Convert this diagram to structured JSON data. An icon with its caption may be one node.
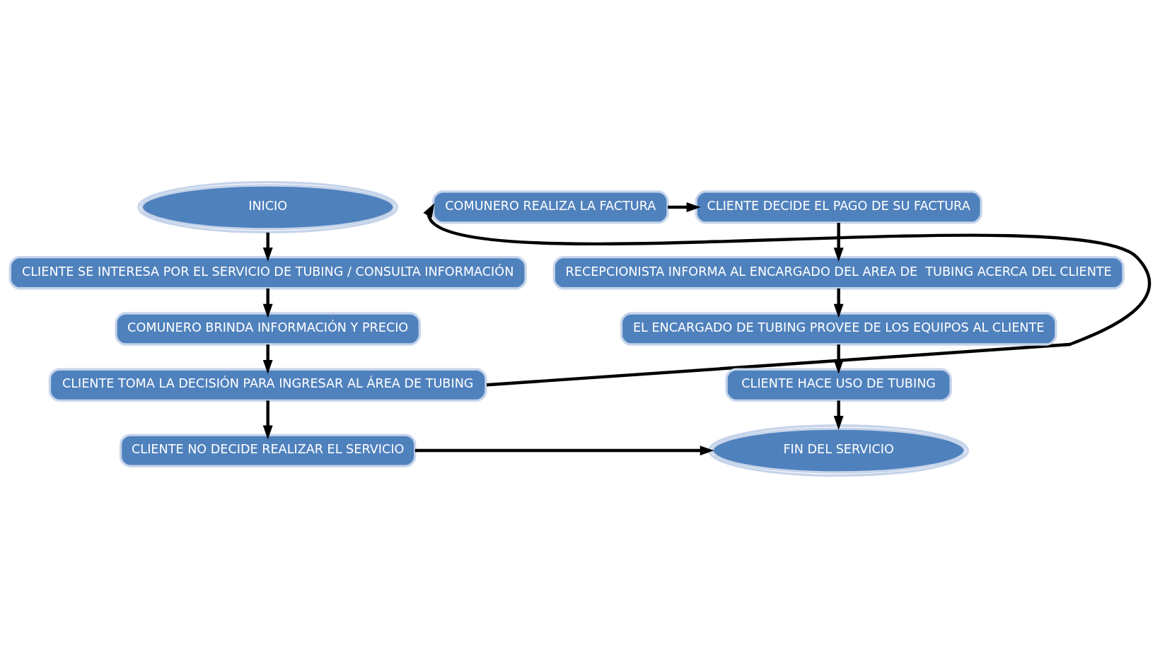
{
  "diagram": {
    "nodes": [
      {
        "text": [
          "INICIO"
        ]
      },
      {
        "text": [
          "CLIENTE SE INTERESA POR EL SERVICIO DE TUBING / CONSULTA INFORMACIÓN"
        ]
      },
      {
        "text": [
          "COMUNERO BRINDA INFORMACIÓN Y PRECIO"
        ]
      },
      {
        "text": [
          "CLIENTE TOMA LA DECISIÓN PARA INGRESAR AL ÁREA DE TUBING"
        ]
      },
      {
        "text": [
          "CLIENTE NO DECIDE REALIZAR EL SERVICIO"
        ]
      },
      {
        "text": [
          "COMUNERO REALIZA LA FACTURA"
        ]
      },
      {
        "text": [
          "CLIENTE DECIDE EL PAGO DE SU FACTURA"
        ]
      },
      {
        "text": [
          "RECEPCIONISTA INFORMA AL ENCARGADO DEL AREA DE  TUBING ACERCA DEL CLIENTE"
        ]
      },
      {
        "text": [
          "EL ENCARGADO DE TUBING PROVEE DE LOS EQUIPOS AL CLIENTE"
        ]
      },
      {
        "text": [
          "CLIENTE HACE USO DE TUBING"
        ]
      },
      {
        "text": [
          "FIN DEL SERVICIO"
        ]
      }
    ],
    "edges": [
      {
        "from": 0,
        "to": 1,
        "arrow": "to"
      },
      {
        "from": 1,
        "to": 2,
        "arrow": "to"
      },
      {
        "from": 2,
        "to": 3,
        "arrow": "to"
      },
      {
        "from": 3,
        "to": 4,
        "arrow": "to"
      },
      {
        "from": 3,
        "to": 5,
        "arrow": "to"
      },
      {
        "from": 5,
        "to": 6,
        "arrow": "to"
      },
      {
        "from": 6,
        "to": 7,
        "arrow": "to"
      },
      {
        "from": 7,
        "to": 8,
        "arrow": "to"
      },
      {
        "from": 8,
        "to": 9,
        "arrow": "to"
      },
      {
        "from": 9,
        "to": 10,
        "arrow": "to"
      },
      {
        "from": 4,
        "to": 10,
        "arrow": "to"
      }
    ]
  }
}
